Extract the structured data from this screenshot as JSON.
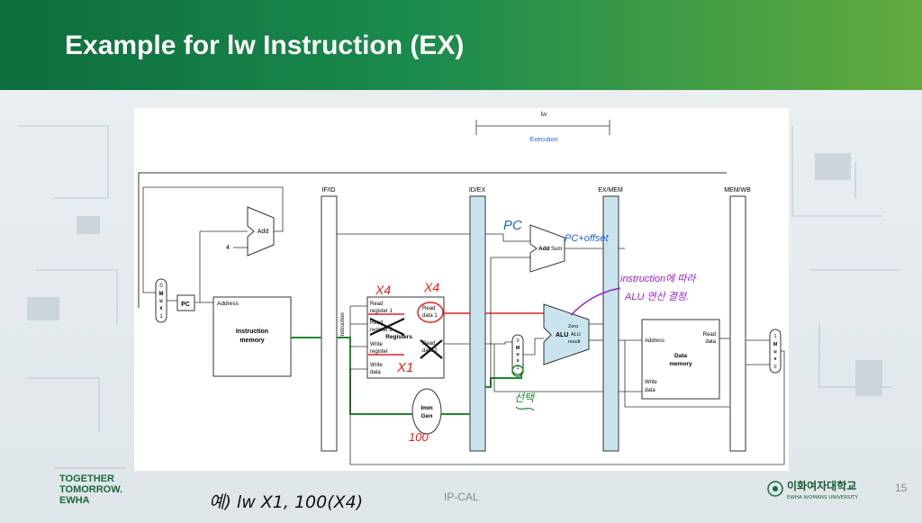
{
  "slide": {
    "title": "Example for lw Instruction (EX)",
    "footer_center": "IP-CAL",
    "page_number": "15"
  },
  "logo_left": {
    "lines": [
      "TOGETHER",
      "TOMORROW.",
      "EWHA"
    ]
  },
  "logo_right": {
    "name": "이화여자대학교",
    "subtitle": "EWHA WOMANS UNIVERSITY"
  },
  "handwriting_bottom": "예) lw  X1, 100(X4)",
  "diagram": {
    "stage_header": "lw",
    "stage_sub": "Execution",
    "pipeline_registers": [
      "IF/ID",
      "ID/EX",
      "EX/MEM",
      "MEM/WB"
    ],
    "blocks": {
      "add_top": "Add",
      "four": "4",
      "pc": "PC",
      "mux_left": [
        "0",
        "M",
        "u",
        "x",
        "1"
      ],
      "imem_address": "Address",
      "imem_title": [
        "Instruction",
        "memory"
      ],
      "instruction_bus": "Instruction",
      "reg_read1": [
        "Read",
        "register 1"
      ],
      "reg_read2": [
        "Read",
        "register 2"
      ],
      "reg_title": "Registers",
      "reg_write": [
        "Write",
        "register"
      ],
      "reg_write_data": [
        "Write",
        "data"
      ],
      "reg_data1": [
        "Read",
        "data 1"
      ],
      "reg_data2": [
        "Read",
        "data 2"
      ],
      "imm_gen": [
        "Imm",
        "Gen"
      ],
      "add_sum": [
        "Add",
        "Sum"
      ],
      "alu": "ALU",
      "alu_zero": "Zero",
      "alu_result": [
        "ALU",
        "result"
      ],
      "mux_alu": [
        "0",
        "M",
        "u",
        "x",
        "1"
      ],
      "dmem_address": "Address",
      "dmem_read": [
        "Read",
        "data"
      ],
      "dmem_title": [
        "Data",
        "memory"
      ],
      "dmem_write": [
        "Write",
        "data"
      ],
      "mux_wb": [
        "1",
        "M",
        "u",
        "x",
        "0"
      ]
    },
    "annotations": {
      "x4_a": "X4",
      "x4_b": "X4",
      "x1": "X1",
      "imm_100": "100",
      "pc_note": "PC",
      "pc_offset": "PC+offset",
      "instr_note": "instruction에 따라",
      "alu_note": "ALU 연산 결정.",
      "select_note": "선택"
    },
    "colors": {
      "pipeline_fill": "#c9e4ee",
      "red": "#e02020",
      "green": "#1e8a2e",
      "blue": "#1f5fd6",
      "purple": "#9b1fc4"
    }
  }
}
